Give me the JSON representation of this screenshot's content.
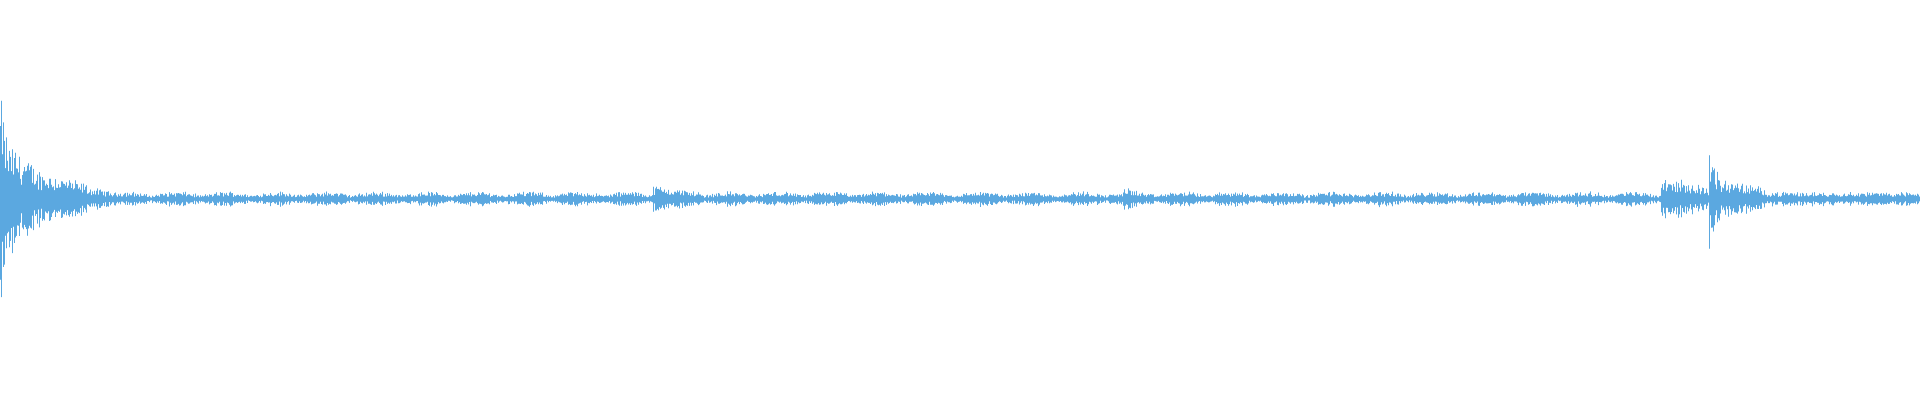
{
  "waveform": {
    "color": "#5ba8e0",
    "background": "#ffffff",
    "duration_fraction_bursts": [
      {
        "start": 0.0,
        "end": 0.004,
        "level": 1.0
      },
      {
        "start": 0.004,
        "end": 0.02,
        "level": 0.55
      },
      {
        "start": 0.02,
        "end": 0.045,
        "level": 0.28
      },
      {
        "start": 0.045,
        "end": 0.06,
        "level": 0.12
      },
      {
        "start": 0.34,
        "end": 0.365,
        "level": 0.13
      },
      {
        "start": 0.585,
        "end": 0.595,
        "level": 0.12
      },
      {
        "start": 0.865,
        "end": 0.89,
        "level": 0.22
      },
      {
        "start": 0.89,
        "end": 0.895,
        "level": 0.45
      },
      {
        "start": 0.895,
        "end": 0.92,
        "level": 0.2
      }
    ],
    "baseline_level": 0.025,
    "active_level": 0.06
  }
}
